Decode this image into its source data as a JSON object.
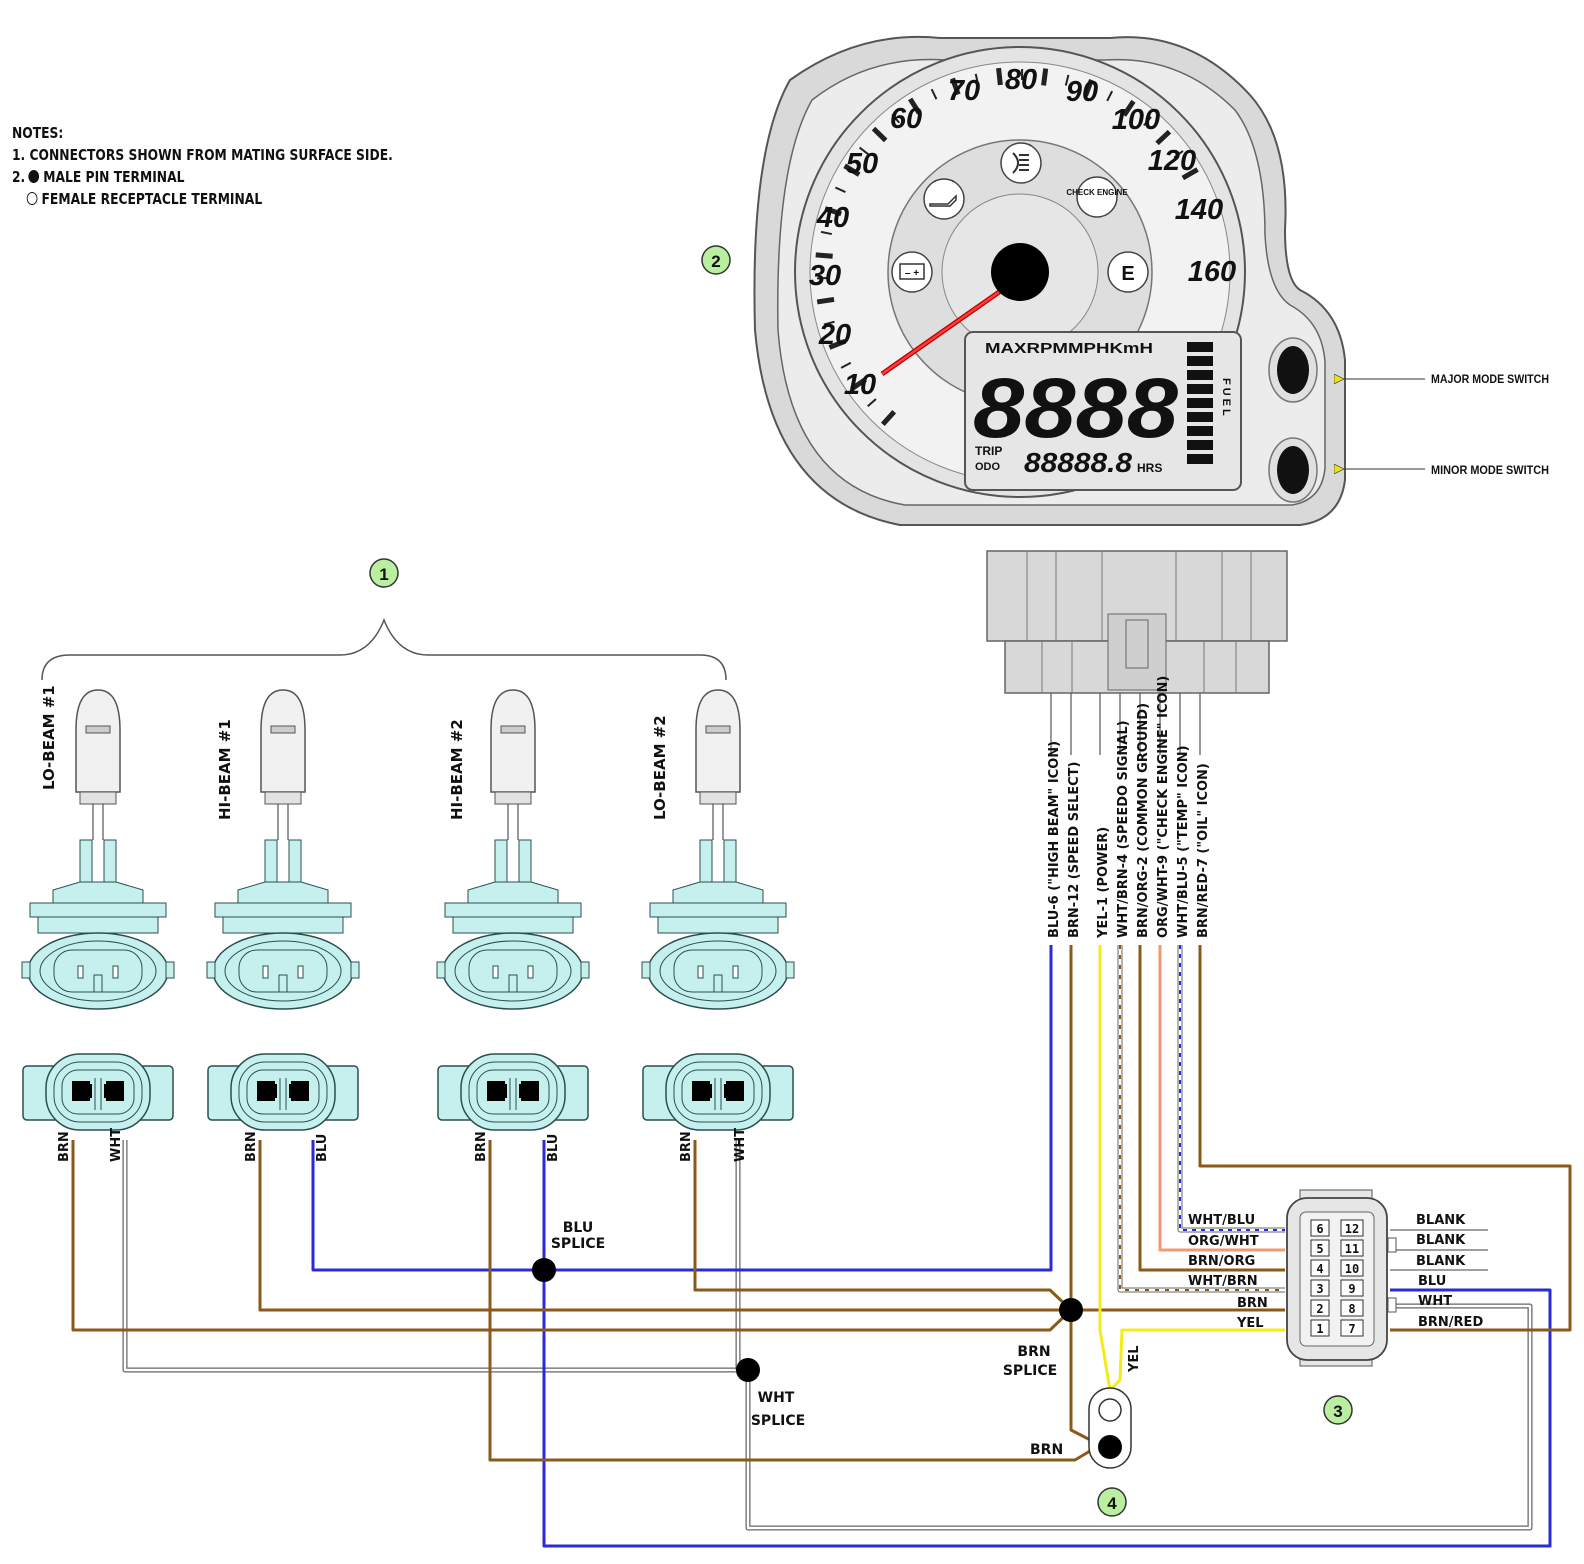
{
  "notes": {
    "heading": "NOTES:",
    "line1": "1.  CONNECTORS SHOWN FROM MATING SURFACE SIDE.",
    "line2_prefix": "2.",
    "line2": "MALE PIN TERMINAL",
    "line3": "FEMALE RECEPTACLE TERMINAL"
  },
  "callouts": {
    "c1": "1",
    "c2": "2",
    "c3": "3",
    "c4": "4"
  },
  "gauge": {
    "speed_labels": [
      "10",
      "20",
      "30",
      "40",
      "50",
      "60",
      "70",
      "80",
      "90",
      "100",
      "120",
      "140",
      "160"
    ],
    "lcd_modes": "MAXRPMMPHKmH",
    "lcd_big": "8888",
    "lcd_trip": "TRIP",
    "lcd_odo": "ODO",
    "lcd_small": "88888.8",
    "lcd_hrs": "HRS",
    "lcd_fuel": "FUEL",
    "check_engine_icon": "CHECK ENGINE"
  },
  "switches": {
    "major": "MAJOR MODE SWITCH",
    "minor": "MINOR MODE SWITCH"
  },
  "bulbs": {
    "b1": "LO-BEAM #1",
    "b2": "HI-BEAM #1",
    "b3": "HI-BEAM #2",
    "b4": "LO-BEAM #2"
  },
  "bulb_wires": {
    "b1_left": "BRN",
    "b1_right": "WHT",
    "b2_left": "BRN",
    "b2_right": "BLU",
    "b3_left": "BRN",
    "b3_right": "BLU",
    "b4_left": "BRN",
    "b4_right": "WHT"
  },
  "gauge_wires": [
    {
      "wire": "BLU-6",
      "desc": "(\"HIGH BEAM\" ICON)"
    },
    {
      "wire": "BRN-12",
      "desc": "(SPEED SELECT)"
    },
    {
      "wire": "YEL-1",
      "desc": "(POWER)"
    },
    {
      "wire": "WHT/BRN-4",
      "desc": "(SPEEDO SIGNAL)"
    },
    {
      "wire": "BRN/ORG-2",
      "desc": "(COMMON GROUND)"
    },
    {
      "wire": "ORG/WHT-9",
      "desc": "(\"CHECK ENGINE\" ICON)"
    },
    {
      "wire": "WHT/BLU-5",
      "desc": "(\"TEMP\" ICON)"
    },
    {
      "wire": "BRN/RED-7",
      "desc": "(\"OIL\" ICON)"
    }
  ],
  "splices": {
    "blu_1": "BLU",
    "blu_2": "SPLICE",
    "brn_1": "BRN",
    "brn_2": "SPLICE",
    "wht_1": "WHT",
    "wht_2": "SPLICE"
  },
  "connector": {
    "left_labels": [
      "WHT/BLU",
      "ORG/WHT",
      "BRN/ORG",
      "WHT/BRN",
      "BRN",
      "YEL"
    ],
    "right_labels": [
      "BLANK",
      "BLANK",
      "BLANK",
      "BLU",
      "WHT",
      "BRN/RED"
    ],
    "pins_left": [
      "6",
      "5",
      "4",
      "3",
      "2",
      "1"
    ],
    "pins_right": [
      "12",
      "11",
      "10",
      "9",
      "8",
      "7"
    ]
  },
  "ground": {
    "yel": "YEL",
    "brn": "BRN"
  },
  "colors": {
    "brn": "#8a5a18",
    "blu": "#2a2ad6",
    "yel": "#f5ea1a",
    "org": "#f09a70",
    "aqua": "#c5f0ee",
    "gauge_gray": "#e8e8e8",
    "needle": "#e01818",
    "callout": "#b9ef9f"
  }
}
